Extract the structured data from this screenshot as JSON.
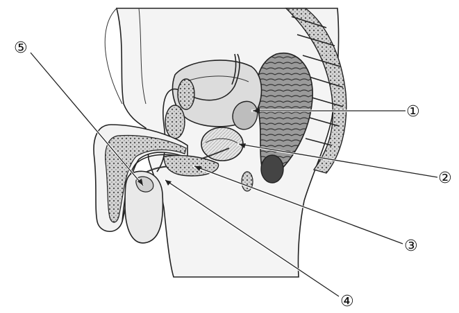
{
  "labels": [
    {
      "id": "1",
      "text": "①"
    },
    {
      "id": "2",
      "text": "②"
    },
    {
      "id": "3",
      "text": "③"
    },
    {
      "id": "4",
      "text": "④"
    },
    {
      "id": "5",
      "text": "⑤"
    }
  ],
  "colors": {
    "ink": "#222222",
    "fill_light": "#ededed",
    "fill_mid": "#cfcfcf",
    "fill_dark": "#8a8a8a"
  }
}
